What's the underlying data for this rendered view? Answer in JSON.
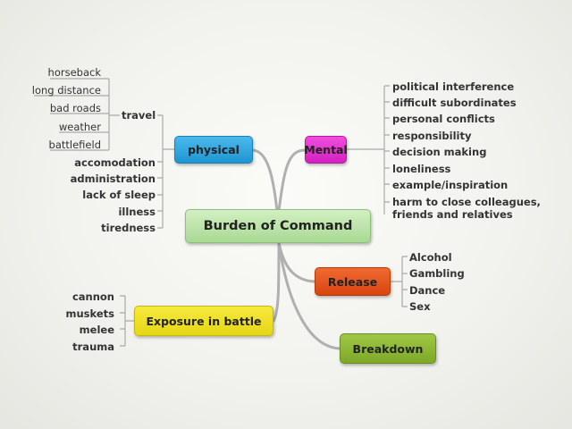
{
  "central": {
    "label": "Burden of Command"
  },
  "physical": {
    "label": "physical",
    "travel": {
      "label": "travel",
      "children": [
        "horseback",
        "long distance",
        "bad roads",
        "weather",
        "battlefield"
      ]
    },
    "items": [
      "accomodation",
      "administration",
      "lack of sleep",
      "illness",
      "tiredness"
    ]
  },
  "mental": {
    "label": "Mental",
    "items": [
      "political interference",
      "difficult subordinates",
      "personal conflicts",
      "responsibility",
      "decision making",
      "loneliness",
      "example/inspiration",
      "harm to close colleagues, friends and relatives"
    ]
  },
  "release": {
    "label": "Release",
    "items": [
      "Alcohol",
      "Gambling",
      "Dance",
      "Sex"
    ]
  },
  "exposure": {
    "label": "Exposure in battle",
    "items": [
      "cannon",
      "muskets",
      "melee",
      "trauma"
    ]
  },
  "breakdown": {
    "label": "Breakdown"
  },
  "colors": {
    "central": "#b9e4a6",
    "physical": "#2fa8e0",
    "mental": "#e62fcf",
    "release": "#e8561b",
    "exposure": "#f0e21c",
    "breakdown": "#8dba32",
    "lines": "#a8a8a8"
  }
}
